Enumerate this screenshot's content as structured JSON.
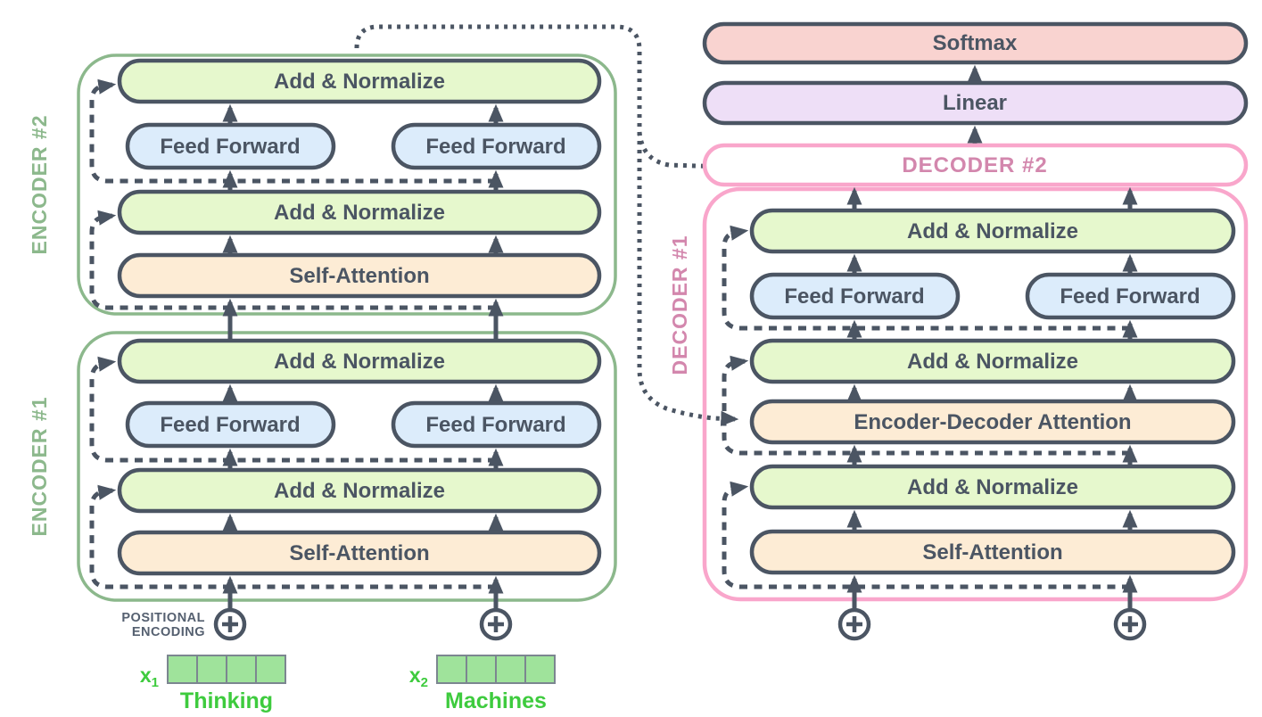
{
  "colors": {
    "background": "#ffffff",
    "ink": "#4b5563",
    "green_fill": "#e6f8cd",
    "blue_fill": "#dcecfb",
    "orange_fill": "#fdecd5",
    "pink_fill": "#f9d3d0",
    "purple_fill": "#eedff7",
    "encoder_frame": "#8cb88c",
    "decoder_frame": "#f9a6cb",
    "decoder_label": "#d387ad",
    "token_green": "#3ecb3e",
    "cell_fill": "#9fe39b",
    "cell_stroke": "#7c8690",
    "pos_text": "#556070"
  },
  "output_head": {
    "softmax": "Softmax",
    "linear": "Linear"
  },
  "decoder2": {
    "label": "DECODER #2"
  },
  "decoder1": {
    "label": "DECODER #1",
    "add_norm_top": "Add & Normalize",
    "ff_left": "Feed Forward",
    "ff_right": "Feed Forward",
    "add_norm_mid": "Add & Normalize",
    "enc_dec_attention": "Encoder-Decoder Attention",
    "add_norm_bottom": "Add & Normalize",
    "self_attention": "Self-Attention"
  },
  "encoder2": {
    "label": "ENCODER #2",
    "add_norm_top": "Add & Normalize",
    "ff_left": "Feed Forward",
    "ff_right": "Feed Forward",
    "add_norm_mid": "Add & Normalize",
    "self_attention": "Self-Attention"
  },
  "encoder1": {
    "label": "ENCODER #1",
    "add_norm_top": "Add & Normalize",
    "ff_left": "Feed Forward",
    "ff_right": "Feed Forward",
    "add_norm_mid": "Add & Normalize",
    "self_attention": "Self-Attention"
  },
  "inputs": {
    "positional_line1": "POSITIONAL",
    "positional_line2": "ENCODING",
    "x1_base": "x",
    "x1_sub": "1",
    "x2_base": "x",
    "x2_sub": "2",
    "token1": "Thinking",
    "token2": "Machines"
  }
}
